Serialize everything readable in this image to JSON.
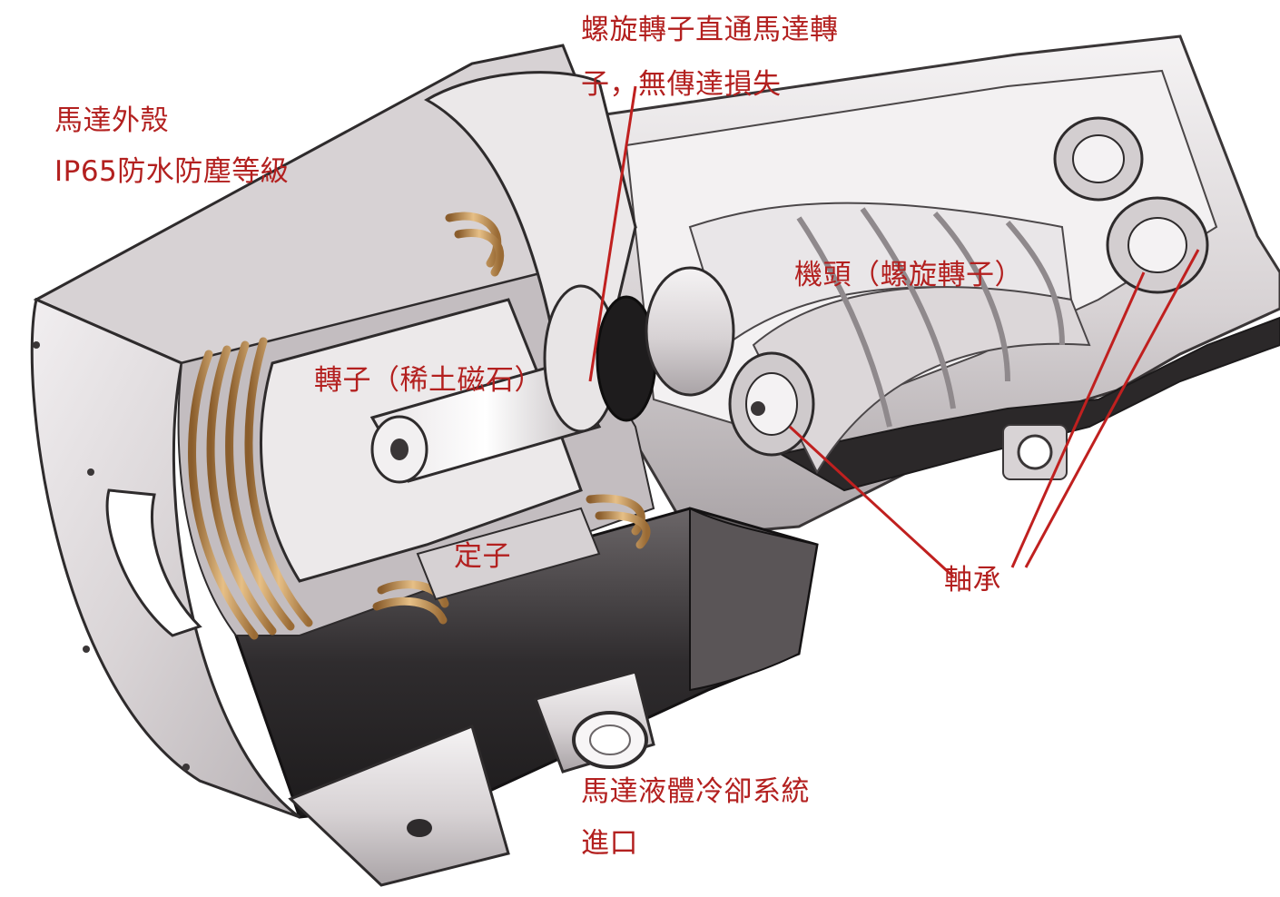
{
  "labels": {
    "motor_housing": "馬達外殼",
    "ip_rating": "IP65防水防塵等級",
    "direct_drive_line1": "螺旋轉子直通馬達轉",
    "direct_drive_line2": "子，無傳達損失",
    "rotor": "轉子（稀土磁石）",
    "airend": "機頭（螺旋轉子）",
    "stator": "定子",
    "bearing": "軸承",
    "cooling_line1": "馬達液體冷卻系統",
    "cooling_line2": "進口"
  },
  "colors": {
    "label_text": "#b3201f",
    "leader_line": "#c0201f",
    "housing_gray": "#cfcbcc",
    "dark_shell": "#2f2c2e",
    "copper_coil": "#d2a56b",
    "metal_light": "#ece9ea"
  }
}
